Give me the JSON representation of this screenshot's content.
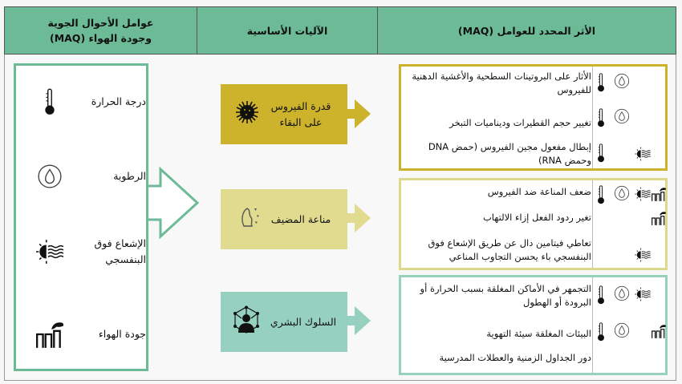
{
  "header": {
    "col_factors": "عوامل الأحوال الجوية وجودة الهواء (MAQ)",
    "col_mechanisms": "الآليات الأساسية",
    "col_effects": "الأثر المحدد للعوامل (MAQ)"
  },
  "factors": [
    {
      "label": "درجة الحرارة",
      "icon": "thermometer-icon"
    },
    {
      "label": "الرطوبة",
      "icon": "droplet-icon"
    },
    {
      "label": "الإشعاع فوق البنفسجي",
      "icon": "uv-sun-icon"
    },
    {
      "label": "جودة الهواء",
      "icon": "factory-icon"
    }
  ],
  "mechanisms": [
    {
      "label": "قدرة الفيروس على البقاء",
      "icon": "virus-icon",
      "color": "#cdb22c"
    },
    {
      "label": "مناعة المضيف",
      "icon": "host-immunity-icon",
      "color": "#e0db8e"
    },
    {
      "label": "السلوك البشري",
      "icon": "human-network-icon",
      "color": "#96d1c0"
    }
  ],
  "effects": [
    {
      "border": "#cdb22c",
      "rows": [
        {
          "text": "الأثار على البروتينات السطحية والأغشية الدهنية للفيروس",
          "icons": [
            "thermometer",
            "droplet"
          ]
        },
        {
          "text": "تغيير حجم القطيرات وديناميات التبخر",
          "icons": [
            "thermometer",
            "droplet"
          ]
        },
        {
          "text": "إبطال مفعول مجين الفيروس (حمض DNA وحمض RNA)",
          "icons": [
            "thermometer",
            "uv"
          ]
        }
      ]
    },
    {
      "border": "#dcd98a",
      "rows": [
        {
          "text": "ضعف المناعة ضد الفيروس",
          "icons": [
            "thermometer",
            "droplet",
            "uv",
            "factory"
          ]
        },
        {
          "text": "تغير ردود الفعل إزاء الالتهاب",
          "icons": [
            "factory"
          ]
        },
        {
          "text": "تعاطي فيتامين دال عن طريق الإشعاع فوق البنفسجي باء يحسن التجاوب المناعي",
          "icons": [
            "uv"
          ]
        }
      ]
    },
    {
      "border": "#96d1c0",
      "rows": [
        {
          "text": "التجمهر في الأماكن المغلقة بسبب الحرارة أو البرودة أو الهطول",
          "icons": [
            "thermometer",
            "droplet",
            "uv"
          ]
        },
        {
          "text": "البيئات المغلقة سيئة التهوية",
          "icons": [
            "thermometer",
            "droplet",
            "factory"
          ]
        },
        {
          "text": "دور الجداول الزمنية والعطلات المدرسية",
          "icons": []
        }
      ]
    }
  ]
}
